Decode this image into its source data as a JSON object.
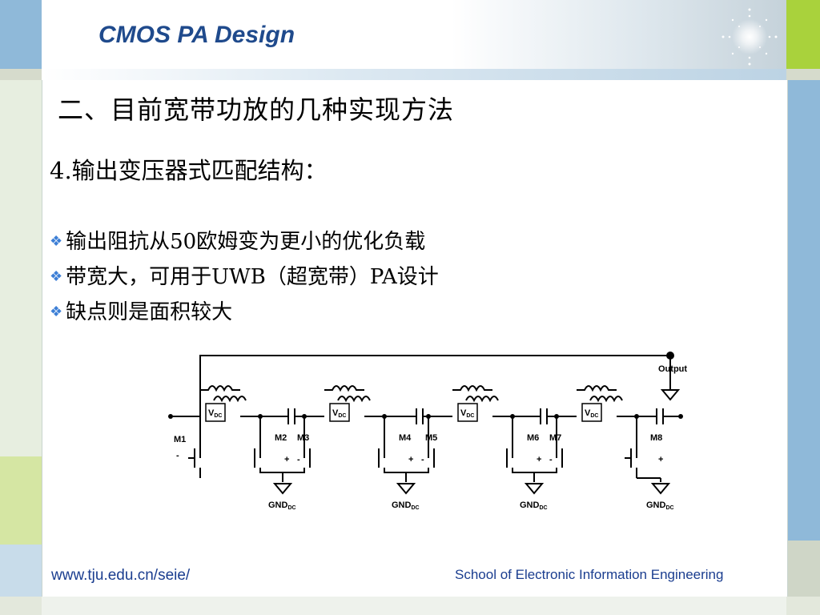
{
  "header": {
    "title": "CMOS PA Design"
  },
  "slide": {
    "heading": "二、目前宽带功放的几种实现方法",
    "subheading": "4.输出变压器式匹配结构：",
    "bullets": [
      "输出阻抗从50欧姆变为更小的优化负载",
      "带宽大，可用于UWB（超宽带）PA设计",
      "缺点则是面积较大"
    ]
  },
  "circuit": {
    "output_label": "Output",
    "vdc_label": "V",
    "vdc_sub": "DC",
    "gnd_label": "GND",
    "gnd_sub": "DC",
    "transistors": [
      "M1",
      "M2",
      "M3",
      "M4",
      "M5",
      "M6",
      "M7",
      "M8"
    ],
    "plus": "+",
    "minus": "-"
  },
  "footer": {
    "url": "www.tju.edu.cn/seie/",
    "school": "School of Electronic Information Engineering"
  },
  "colors": {
    "title": "#1f4a8c",
    "bullet": "#3d7fd6",
    "green": "#c9df8a",
    "blue": "#8fb9d9"
  }
}
